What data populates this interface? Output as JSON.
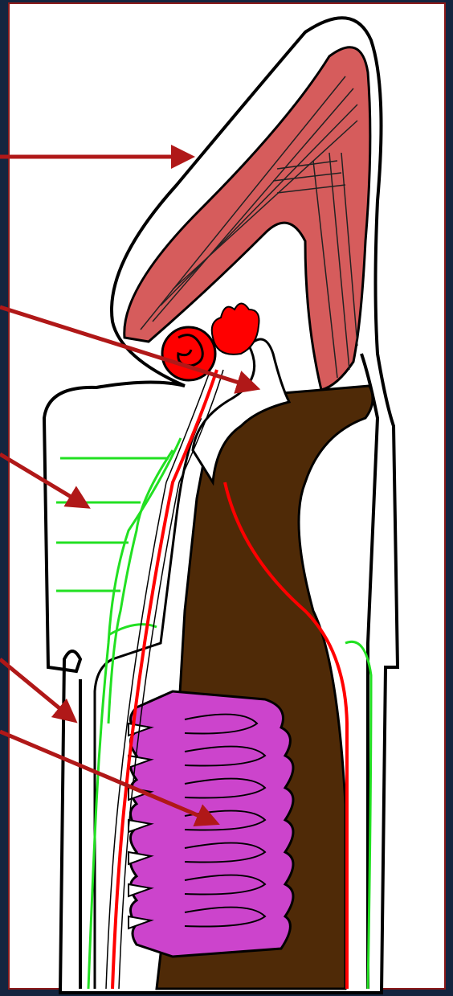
{
  "figure": {
    "background": "#14253f",
    "panel_color": "#ffffff",
    "panel_border": "#8b1a1a",
    "outline_color": "#000000",
    "arrow_color": "#b01818"
  },
  "structures": [
    {
      "name": "muscle",
      "color": "#d65c5c"
    },
    {
      "name": "gland",
      "color": "#ff0000"
    },
    {
      "name": "nerve",
      "color": "#22e022"
    },
    {
      "name": "body-wall",
      "color": "#ffffff"
    },
    {
      "name": "gut",
      "color": "#cc44cc"
    },
    {
      "name": "dark-core",
      "color": "#4f2a07"
    }
  ],
  "pointers": [
    {
      "target": "muscle"
    },
    {
      "target": "red-gland"
    },
    {
      "target": "green-nerves"
    },
    {
      "target": "outer-wall"
    },
    {
      "target": "purple-folds"
    }
  ]
}
